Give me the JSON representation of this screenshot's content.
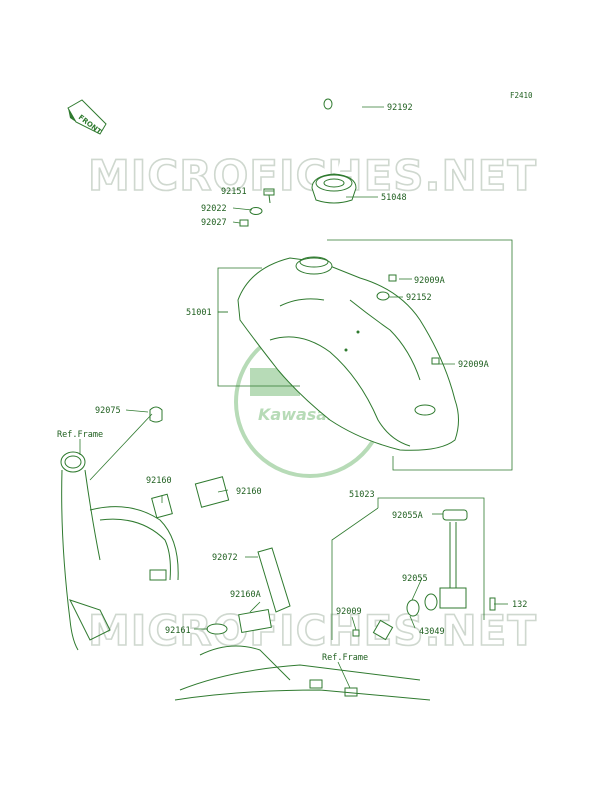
{
  "figure_code": "F2410",
  "watermark_text": "MICROFICHES.NET",
  "logo_text": "Kawasaki",
  "front_label": "FRONT",
  "ref_frame_label": "Ref.Frame",
  "parts": [
    {
      "id": "92192",
      "label": "92192"
    },
    {
      "id": "92151",
      "label": "92151"
    },
    {
      "id": "51048",
      "label": "51048"
    },
    {
      "id": "92022",
      "label": "92022"
    },
    {
      "id": "92027",
      "label": "92027"
    },
    {
      "id": "92009A-1",
      "label": "92009A"
    },
    {
      "id": "92152",
      "label": "92152"
    },
    {
      "id": "51001",
      "label": "51001"
    },
    {
      "id": "92009A-2",
      "label": "92009A"
    },
    {
      "id": "92075",
      "label": "92075"
    },
    {
      "id": "92160-1",
      "label": "92160"
    },
    {
      "id": "92160-2",
      "label": "92160"
    },
    {
      "id": "51023",
      "label": "51023"
    },
    {
      "id": "92055A",
      "label": "92055A"
    },
    {
      "id": "92072",
      "label": "92072"
    },
    {
      "id": "92055",
      "label": "92055"
    },
    {
      "id": "92160A",
      "label": "92160A"
    },
    {
      "id": "132",
      "label": "132"
    },
    {
      "id": "92009",
      "label": "92009"
    },
    {
      "id": "92161",
      "label": "92161"
    },
    {
      "id": "43049",
      "label": "43049"
    }
  ],
  "colors": {
    "line": "#2f7a2f",
    "watermark": "#cfd8cf",
    "logo": "#9fcf9f"
  }
}
